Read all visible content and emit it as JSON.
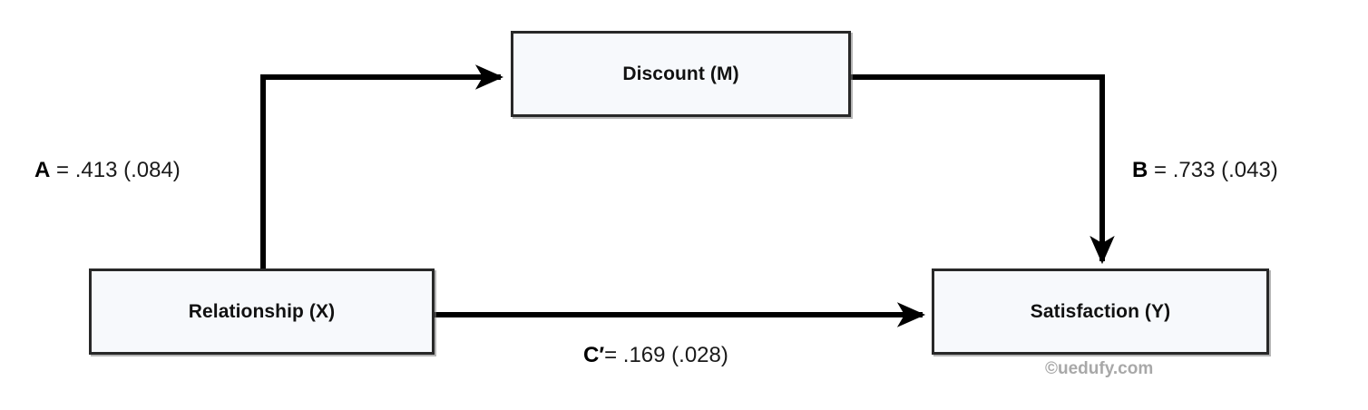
{
  "diagram": {
    "type": "mediation-path-model",
    "background_color": "#ffffff",
    "node_fill_color": "#f7f9fc",
    "node_border_color": "#282828",
    "path_color": "#000000",
    "nodes": [
      {
        "id": "M",
        "label": "Discount (M)",
        "role": "mediator"
      },
      {
        "id": "X",
        "label": "Relationship (X)",
        "role": "predictor"
      },
      {
        "id": "Y",
        "label": "Satisfaction (Y)",
        "role": "outcome"
      }
    ],
    "paths": [
      {
        "id": "a",
        "from": "X",
        "to": "M",
        "label_letter": "A",
        "label_equals": " = ",
        "coefficient": ".413",
        "standard_error": "(.084)",
        "label_full": "A = .413 (.084)"
      },
      {
        "id": "b",
        "from": "M",
        "to": "Y",
        "label_letter": "B",
        "label_equals": " = ",
        "coefficient": ".733",
        "standard_error": "(.043)",
        "label_full": "B = .733 (.043)"
      },
      {
        "id": "c-prime",
        "from": "X",
        "to": "Y",
        "label_letter": "C′",
        "label_equals": "= ",
        "coefficient": ".169",
        "standard_error": "(.028)",
        "label_full": "C′= .169 (.028)"
      }
    ]
  },
  "watermark": {
    "text": "©uedufy.com",
    "color": "#a8a8a8"
  }
}
